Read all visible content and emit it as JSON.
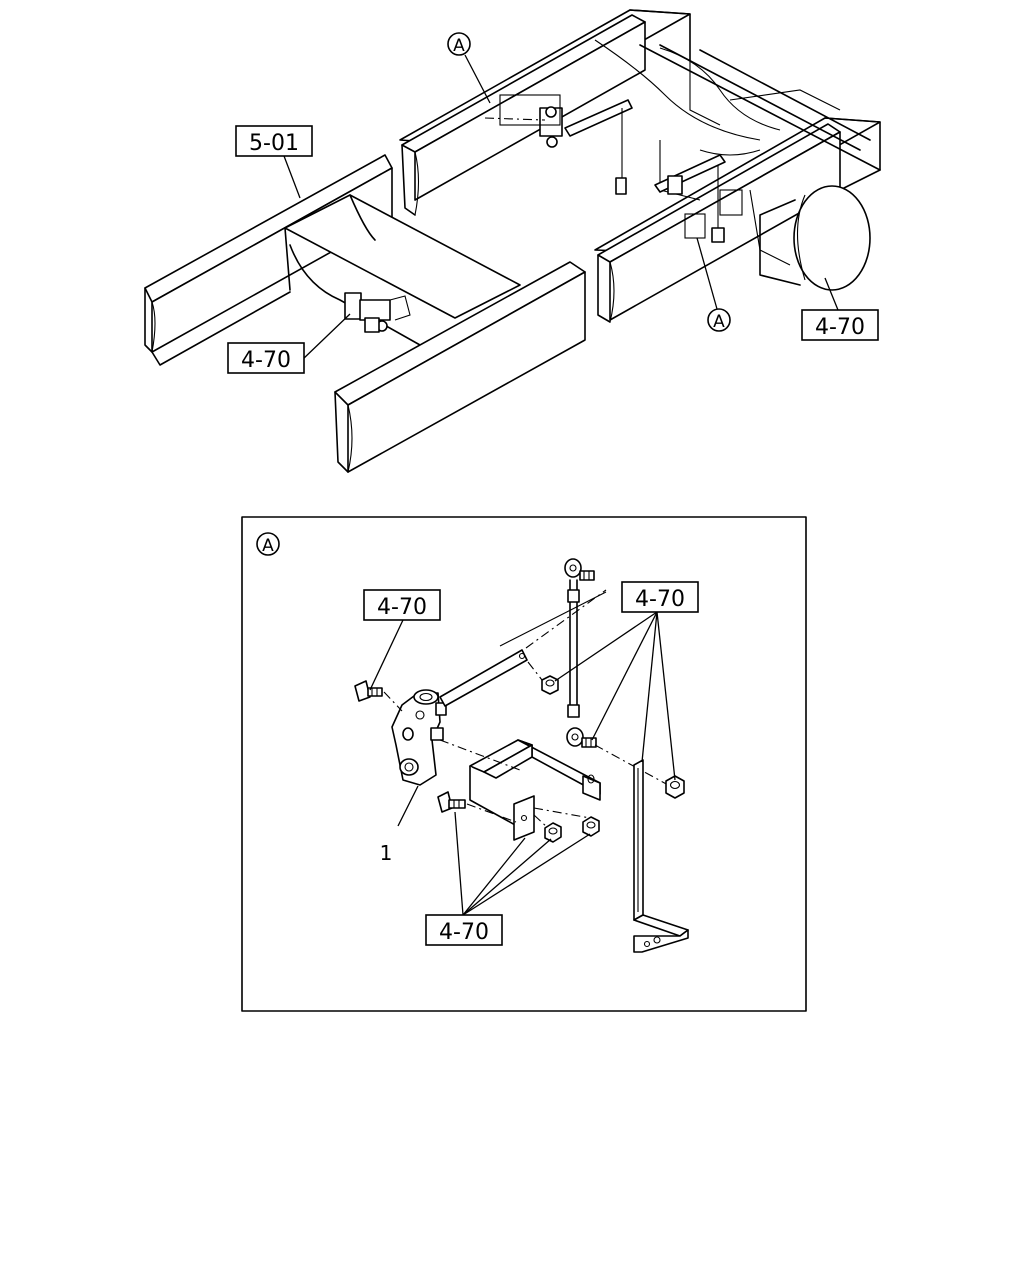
{
  "callouts": {
    "ref_a_top": "A",
    "ref_a_bottom": "A",
    "ref_5_01": "5-01",
    "ref_4_70_left": "4-70",
    "ref_4_70_right": "4-70",
    "detail_a": "A",
    "detail_4_70_bolt": "4-70",
    "detail_4_70_nuts": "4-70",
    "detail_4_70_lower": "4-70",
    "item_1": "1"
  }
}
